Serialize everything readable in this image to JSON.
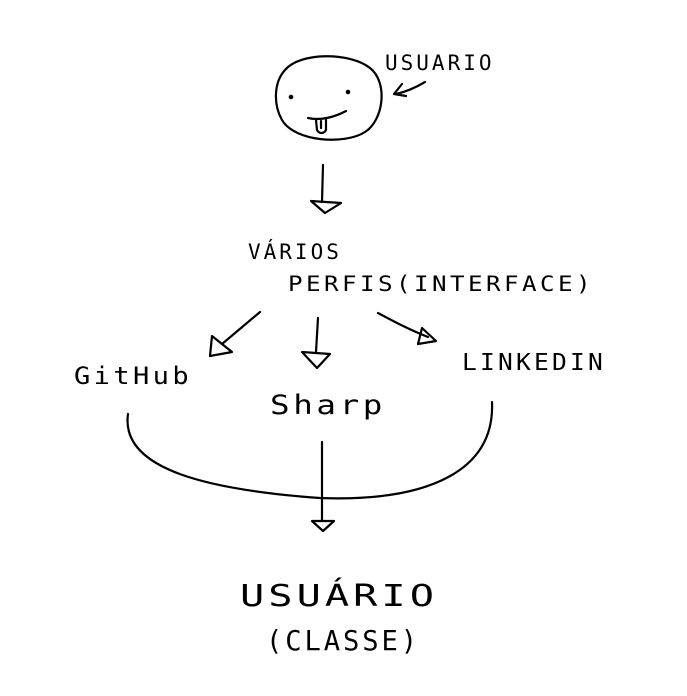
{
  "labels": {
    "user_top": "USUARIO",
    "profiles_line1": "VÁRIOS",
    "profiles_line2": "PERFIS(INTERFACE)",
    "github": "GitHub",
    "sharp": "Sharp",
    "linkedin": "LINKEDIN",
    "user_class_line1": "USUÁRIO",
    "user_class_line2": "(CLASSE)"
  },
  "colors": {
    "ink": "#000000",
    "background": "#ffffff"
  }
}
